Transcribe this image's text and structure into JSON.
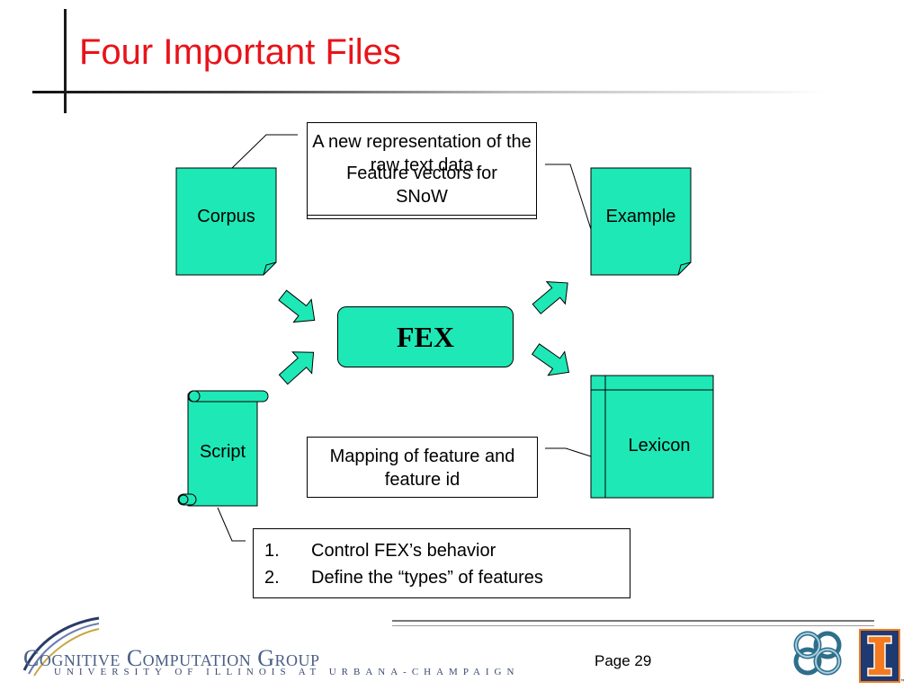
{
  "slide": {
    "title": "Four Important Files",
    "page_label": "Page 29"
  },
  "nodes": {
    "corpus": "Corpus",
    "example": "Example",
    "fex": "FEX",
    "script": "Script",
    "lexicon": "Lexicon"
  },
  "callouts": {
    "corpus_note": "A new representation of the raw text data",
    "example_note": "Feature vectors for SNoW",
    "lexicon_note": "Mapping of feature and feature id",
    "script_items": [
      {
        "num": "1.",
        "text": "Control FEX’s behavior"
      },
      {
        "num": "2.",
        "text": "Define the “types” of features"
      }
    ]
  },
  "footer": {
    "logo_main": "Cognitive Computation Group",
    "logo_sub": "UNIVERSITY OF ILLINOIS AT URBANA-CHAMPAIGN"
  },
  "colors": {
    "title": "#e8131a",
    "shape_fill": "#1ee8b6",
    "logo_text": "#4a5f86",
    "illinois_orange": "#f47a20",
    "illinois_blue": "#1f3a70"
  }
}
